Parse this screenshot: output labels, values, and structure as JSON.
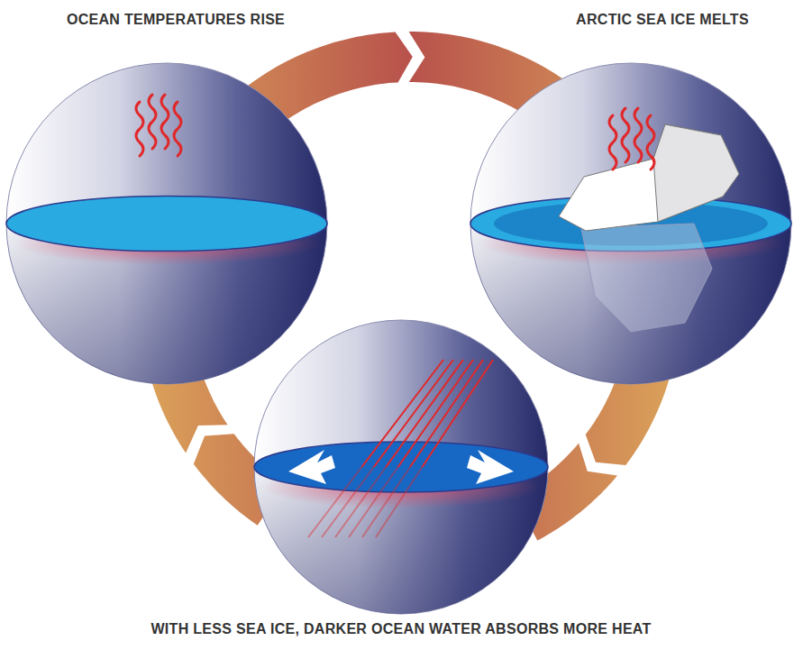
{
  "diagram": {
    "nodes": [
      {
        "text": [
          "OCEAN TEMPERATURES RISE"
        ]
      },
      {
        "text": [
          "ARCTIC SEA ICE MELTS"
        ]
      },
      {
        "text": [
          "WITH LESS SEA ICE, DARKER OCEAN WATER ABSORBS MORE HEAT"
        ]
      }
    ],
    "edges": [
      {
        "from": 0,
        "to": 1,
        "arrow": "to"
      },
      {
        "from": 1,
        "to": 2,
        "arrow": "to"
      },
      {
        "from": 2,
        "to": 0,
        "arrow": "to"
      }
    ]
  }
}
